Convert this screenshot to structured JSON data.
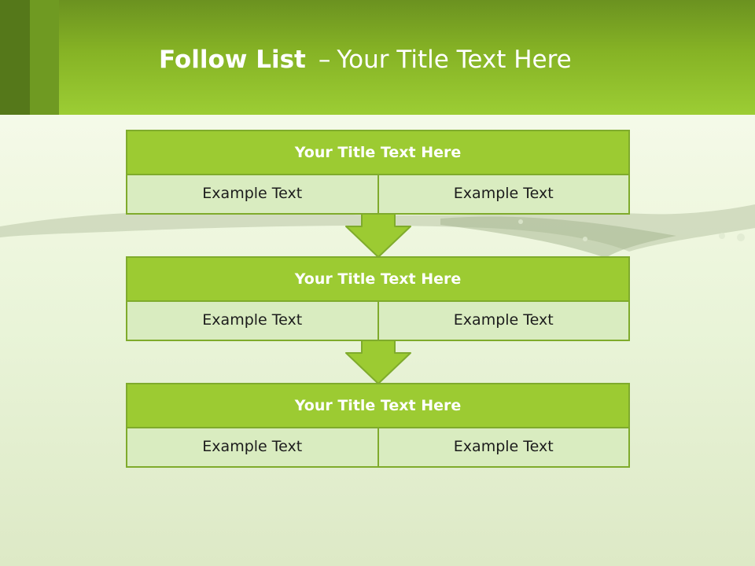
{
  "slide": {
    "title_bold": "Follow List",
    "title_separator": "–",
    "title_rest": "Your Title Text Here"
  },
  "steps": [
    {
      "title": "Your Title Text Here",
      "left": "Example Text",
      "right": "Example Text"
    },
    {
      "title": "Your Title Text Here",
      "left": "Example Text",
      "right": "Example Text"
    },
    {
      "title": "Your Title Text Here",
      "left": "Example Text",
      "right": "Example Text"
    }
  ],
  "colors": {
    "header_green": "#9ccd34",
    "box_title_green": "#9ccb32",
    "box_cell_green": "#d9ecc0",
    "border_green": "#7fab2c",
    "arrow_fill": "#9ccb32"
  },
  "icons": {
    "arrow": "arrow-down-icon"
  }
}
